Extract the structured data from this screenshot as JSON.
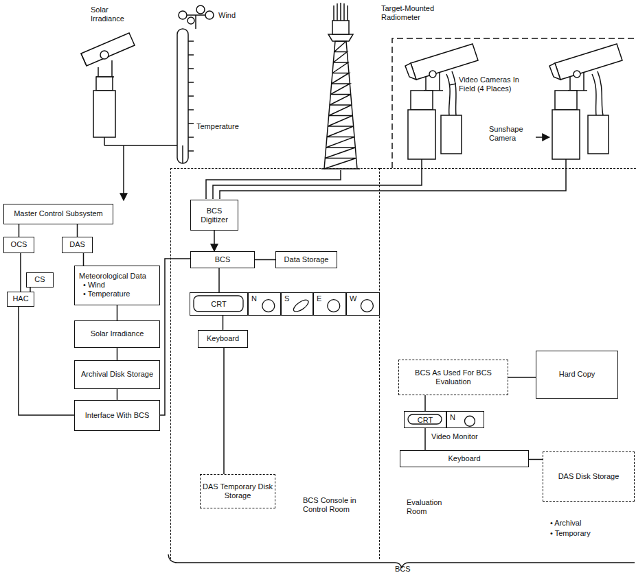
{
  "diagram": {
    "nodes": [
      {
        "text": [
          "Master Control Subsystem"
        ]
      },
      {
        "text": [
          "OCS"
        ]
      },
      {
        "text": [
          "DAS"
        ]
      },
      {
        "text": [
          "CS"
        ]
      },
      {
        "text": [
          "HAC"
        ]
      },
      {
        "text": [
          "Meteorological Data",
          "• Wind",
          "• Temperature"
        ]
      },
      {
        "text": [
          "Solar Irradiance"
        ]
      },
      {
        "text": [
          "Archival Disk Storage"
        ]
      },
      {
        "text": [
          "Interface With BCS"
        ]
      },
      {
        "text": [
          "BCS Console in Control Room"
        ]
      },
      {
        "text": [
          "BCS Digitizer"
        ],
        "in": 9
      },
      {
        "text": [
          "BCS"
        ],
        "in": 9
      },
      {
        "text": [
          "Data Storage"
        ],
        "in": 9
      },
      {
        "text": [
          "CRT"
        ],
        "in": 9
      },
      {
        "text": [
          "N"
        ],
        "in": 9
      },
      {
        "text": [
          "S"
        ],
        "in": 9
      },
      {
        "text": [
          "E"
        ],
        "in": 9
      },
      {
        "text": [
          "W"
        ],
        "in": 9
      },
      {
        "text": [
          "Keyboard"
        ],
        "in": 9
      },
      {
        "text": [
          "DAS Temporary Disk Storage"
        ],
        "in": 9
      },
      {
        "text": [
          "Evaluation Room"
        ]
      },
      {
        "text": [
          "BCS As Used For BCS Evaluation"
        ],
        "in": 20
      },
      {
        "text": [
          "Hard Copy"
        ],
        "in": 20
      },
      {
        "text": [
          "CRT"
        ],
        "in": 20
      },
      {
        "text": [
          "N"
        ],
        "in": 20
      },
      {
        "text": [
          "Keyboard"
        ],
        "in": 20
      },
      {
        "text": [
          "DAS Disk Storage",
          "• Archival",
          "• Temporary"
        ],
        "in": 20
      }
    ],
    "edges": [
      {
        "from": 0,
        "to": 1,
        "arrow": "none"
      },
      {
        "from": 0,
        "to": 2,
        "arrow": "none"
      },
      {
        "from": 1,
        "to": 4,
        "arrow": "none"
      },
      {
        "from": 3,
        "to": 4,
        "arrow": "none"
      },
      {
        "from": 2,
        "to": 5,
        "arrow": "none"
      },
      {
        "from": 5,
        "to": 6,
        "arrow": "none"
      },
      {
        "from": 6,
        "to": 7,
        "arrow": "none"
      },
      {
        "from": 7,
        "to": 8,
        "arrow": "none"
      },
      {
        "from": 4,
        "to": 8,
        "arrow": "none"
      },
      {
        "from": 8,
        "to": 11,
        "arrow": "none"
      },
      {
        "from": 10,
        "to": 11,
        "arrow": "to"
      },
      {
        "from": 11,
        "to": 12,
        "arrow": "none"
      },
      {
        "from": 11,
        "to": 13,
        "arrow": "none"
      },
      {
        "from": 13,
        "to": 18,
        "arrow": "none"
      },
      {
        "from": 18,
        "to": 19,
        "arrow": "none"
      },
      {
        "from": 21,
        "to": 22,
        "arrow": "none"
      },
      {
        "from": 21,
        "to": 23,
        "arrow": "none"
      },
      {
        "from": 23,
        "to": 25,
        "arrow": "none"
      },
      {
        "from": 25,
        "to": 26,
        "arrow": "none"
      }
    ],
    "labels": [
      "Target-Mounted Radiometer",
      "Solar Irradiance",
      "Wind",
      "Temperature",
      "Video Cameras In Field (4 Places)",
      "Sunshape Camera",
      "Video Monitor",
      "BCS"
    ]
  }
}
